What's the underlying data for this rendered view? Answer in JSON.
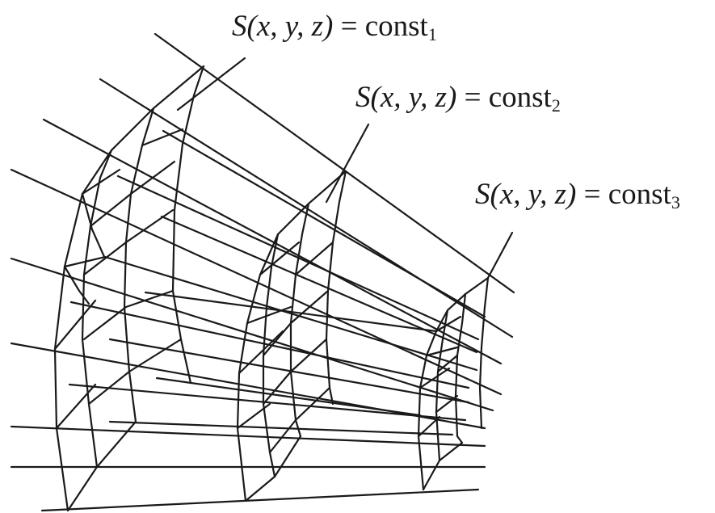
{
  "surfaces": [
    {
      "lhs": "S(x, y, z)",
      "eq": "=",
      "const": "const",
      "sub": "1"
    },
    {
      "lhs": "S(x, y, z)",
      "eq": "=",
      "const": "const",
      "sub": "2"
    },
    {
      "lhs": "S(x, y, z)",
      "eq": "=",
      "const": "const",
      "sub": "3"
    }
  ],
  "colors": {
    "ink": "#1a1a1a",
    "background": "#ffffff"
  }
}
